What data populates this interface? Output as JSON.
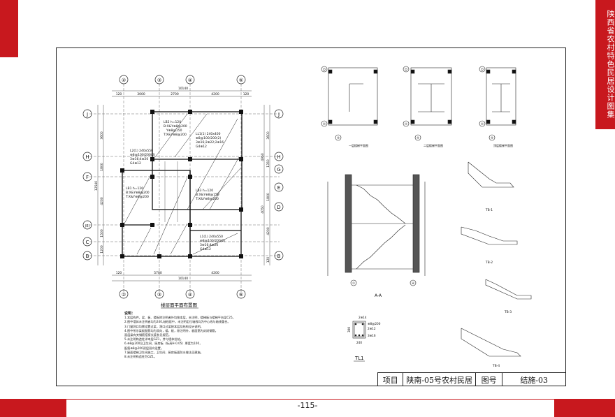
{
  "sidebar": {
    "title": "陕西省农村特色民居设计图集"
  },
  "page": {
    "number": "-115-"
  },
  "titleblock": {
    "project_label": "项目",
    "project_name": "陕南-05号农村民居",
    "drawing_no_label": "图号",
    "drawing_no": "结施-03"
  },
  "plan": {
    "title": "楼层面平面布置图",
    "top_axes": [
      "②",
      "③",
      "④",
      "⑥"
    ],
    "bottom_axes": [
      "②",
      "③",
      "④",
      "⑥"
    ],
    "left_axes": [
      "J",
      "H",
      "F",
      "(E)",
      "C",
      "B"
    ],
    "right_axes": [
      "J",
      "H",
      "G",
      "E",
      "D",
      "B"
    ],
    "top_dims": [
      "120",
      "3000",
      "2700",
      "4200",
      "120",
      "10140"
    ],
    "bottom_dims": [
      "120",
      "5700",
      "4200",
      "10140"
    ],
    "left_dims": [
      "12540",
      "3600",
      "1800",
      "4200",
      "1500",
      "1200"
    ],
    "right_dims": [
      "3600",
      "4950",
      "1350",
      "4050",
      "1800",
      "4200",
      "120"
    ],
    "labels": [
      "LB2 h=120",
      "B:X&Y⊕8@200",
      "Y⊕8@150",
      "T:X&Y⊕8@200",
      "LL1(1) 240x400",
      "⊕8@100/200(2)",
      "3⊕16;2⊕22;2⊕16",
      "G4⊕12",
      "L2(1) 240x550",
      "⊕8@100/200(2)",
      "3⊕16;4⊕20",
      "G4⊕12",
      "LB1 h=120",
      "B:X&Y⊕8@200",
      "T:X&Y⊕8@200",
      "LB3 h=120",
      "B:X&Y⊕8@150",
      "T:X&Y⊕8@200",
      "L1(1) 240x550",
      "⊕8@100/200(2)",
      "3⊕16;4⊕20",
      "G4⊕12"
    ]
  },
  "notes": {
    "heading": "说明：",
    "lines": [
      "1.本层构件，梁、板、楼板除注明者外均按本层，未注明，楼梯板与楼梯平台梁C25。",
      "2.图中墙体未注明者均为240,轴线居中，未注明定位轴线均为中心线与轴线重合。",
      "3.门窗洞口均需设置过梁，洞口过梁按本层及结构设计说明。",
      "4.图中所示梁板配筋均为双向，楼，板，除注明外，板面筋为封闭钢筋。",
      "  面层梁有关钢筋搭接长度参见规范。",
      "5.未注明构造柱详本层GZ1，并与墙体拉结。",
      "6.⊕8@200及卫生间、厨房板（标高H-0.05）厚度为100，",
      "  配筋⊕8@200双层双向设置。",
      "7.屋面楼梯卫生间施工，卫生间、厨房板面防水做法见建施。",
      "8.未注明构造柱为GZ1。"
    ]
  },
  "stair_plans": [
    {
      "title": "一层楼梯平面图",
      "axes": [
        "D",
        "H",
        "④"
      ]
    },
    {
      "title": "二层楼梯平面图",
      "axes": [
        "D",
        "H",
        "④"
      ]
    },
    {
      "title": "顶层楼梯平面图",
      "axes": [
        "D",
        "H",
        "④"
      ]
    }
  ],
  "section": {
    "title": "A-A",
    "axes": [
      "①",
      "④"
    ]
  },
  "stair_details": [
    "TB-1",
    "TB-2",
    "TB-3",
    "TB-4"
  ],
  "beam_detail": {
    "title": "TL1",
    "top_bars": "2⊕14",
    "stirrup": "⊕8@200",
    "bottom_bars": "3⊕16",
    "side": "2⊕12",
    "height": "300",
    "width": "240"
  }
}
